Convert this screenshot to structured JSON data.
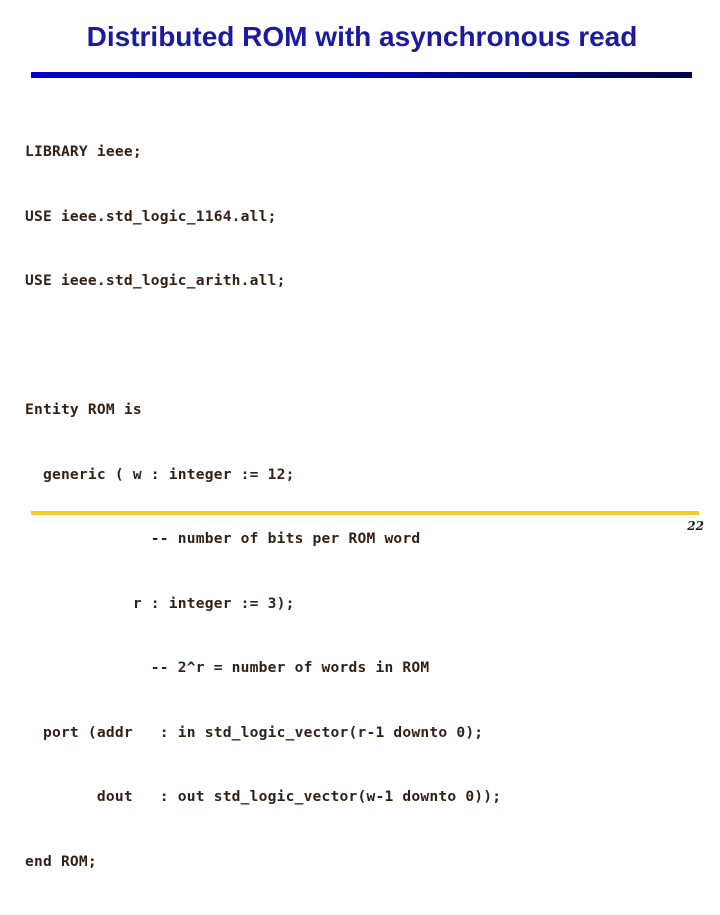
{
  "slide": {
    "title": "Distributed ROM with asynchronous read",
    "page_number": "22",
    "title_color": "#1b1b9e",
    "rule_color_start": "#0000c8",
    "rule_color_end": "#000043",
    "footer_rule_color": "#efcd2a",
    "code_color": "#332115",
    "background_color": "#ffffff"
  },
  "code": {
    "language": "VHDL",
    "lines": [
      "LIBRARY ieee;",
      "USE ieee.std_logic_1164.all;",
      "USE ieee.std_logic_arith.all;",
      "",
      "Entity ROM is",
      "  generic ( w : integer := 12;",
      "              -- number of bits per ROM word",
      "            r : integer := 3);",
      "              -- 2^r = number of words in ROM",
      "  port (addr   : in std_logic_vector(r-1 downto 0);",
      "        dout   : out std_logic_vector(w-1 downto 0));",
      "end ROM;"
    ]
  }
}
